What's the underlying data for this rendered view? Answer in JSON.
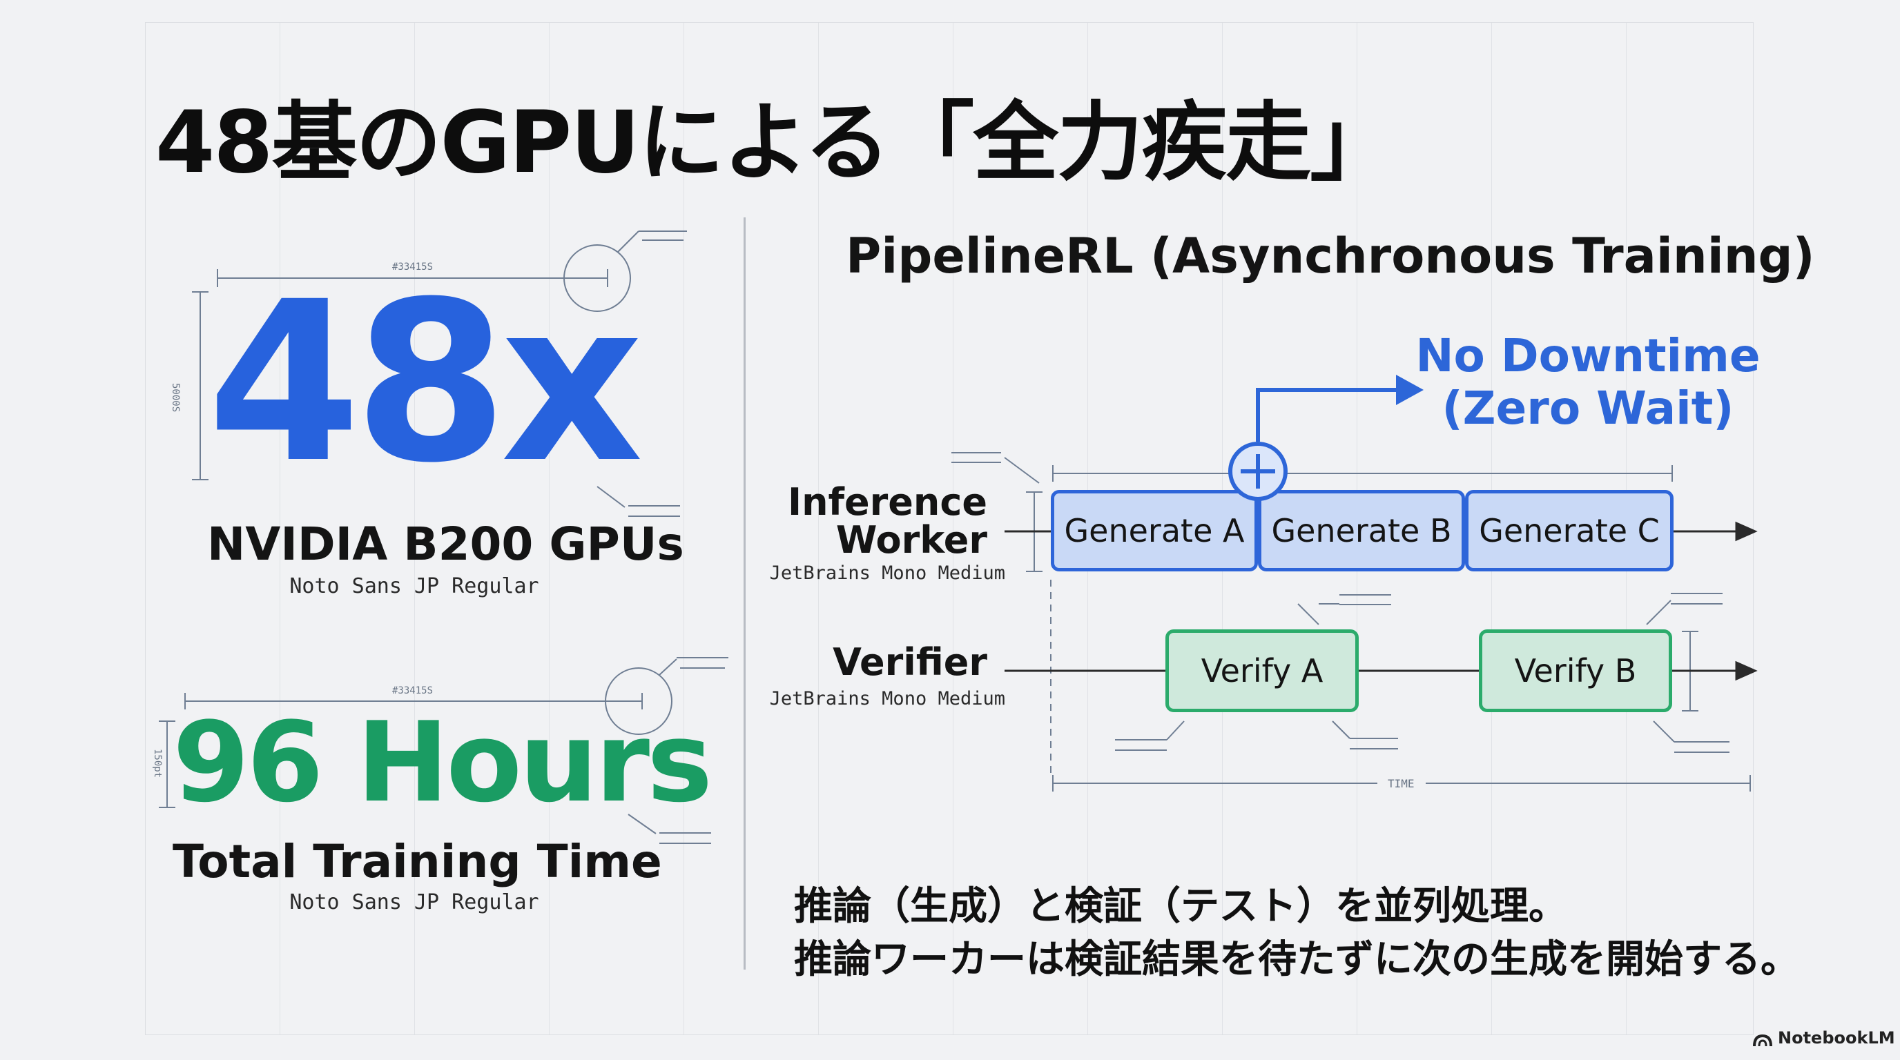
{
  "page": {
    "title": "48基のGPUによる「全力疾走」"
  },
  "stats": {
    "gpu": {
      "value": "48x",
      "label": "NVIDIA B200 GPUs",
      "caption": "Noto Sans JP Regular",
      "dim_tag": "#33415S",
      "side_tag": "5000S"
    },
    "time": {
      "value": "96 Hours",
      "label": "Total Training Time",
      "caption": "Noto Sans JP Regular",
      "dim_tag": "#33415S",
      "side_tag": "150pt"
    }
  },
  "pipeline": {
    "title": "PipelineRL (Asynchronous Training)",
    "highlight": "No Downtime\n(Zero Wait)",
    "highlight_line1": "No Downtime",
    "highlight_line2": "(Zero Wait)",
    "inference": {
      "label_line1": "Inference",
      "label_line2": "Worker",
      "caption": "JetBrains Mono Medium",
      "boxes": [
        "Generate A",
        "Generate B",
        "Generate C"
      ]
    },
    "verifier": {
      "label": "Verifier",
      "caption": "JetBrains Mono Medium",
      "boxes": [
        "Verify A",
        "Verify B"
      ]
    },
    "time_axis_label": "TIME",
    "colors": {
      "generate": "#2e65d9",
      "verify": "#2bab6b",
      "highlight": "#2d66d8"
    }
  },
  "description": {
    "line1": "推論（生成）と検証（テスト）を並列処理。",
    "line2": "推論ワーカーは検証結果を待たずに次の生成を開始する。"
  },
  "branding": {
    "logo_text": "NotebookLM",
    "logo_icon": "notebooklm-icon"
  }
}
